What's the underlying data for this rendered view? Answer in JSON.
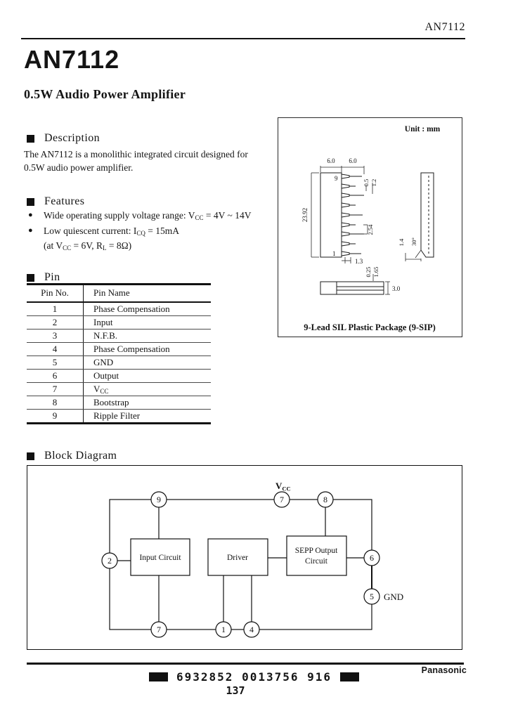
{
  "header": {
    "model": "AN7112"
  },
  "title": {
    "main": "AN7112",
    "subtitle": "0.5W Audio Power Amplifier"
  },
  "description": {
    "heading": "Description",
    "lines": [
      "The AN7112 is a monolithic integrated circuit designed for",
      "0.5W audio power amplifier."
    ]
  },
  "features": {
    "heading": "Features",
    "items": [
      {
        "bullet": true,
        "text": [
          "Wide operating supply voltage range:  V",
          {
            "sub": "CC"
          },
          " = 4V ~ 14V"
        ]
      },
      {
        "bullet": true,
        "text": [
          "Low quiescent current:  I",
          {
            "sub": "CQ"
          },
          " = 15mA"
        ]
      },
      {
        "bullet": false,
        "text": [
          "(at V",
          {
            "sub": "CC"
          },
          " = 6V, R",
          {
            "sub": "L"
          },
          " = 8Ω)"
        ]
      }
    ]
  },
  "pin_table": {
    "heading": "Pin",
    "columns": [
      "Pin No.",
      "Pin Name"
    ],
    "rows": [
      {
        "no": "1",
        "name": "Phase Compensation"
      },
      {
        "no": "2",
        "name": "Input"
      },
      {
        "no": "3",
        "name": "N.F.B."
      },
      {
        "no": "4",
        "name": "Phase Compensation"
      },
      {
        "no": "5",
        "name": "GND"
      },
      {
        "no": "6",
        "name": "Output"
      },
      {
        "no": "7",
        "name": [
          "V",
          {
            "sub": "CC"
          }
        ]
      },
      {
        "no": "8",
        "name": "Bootstrap"
      },
      {
        "no": "9",
        "name": "Ripple Filter"
      }
    ]
  },
  "package_diagram": {
    "unit_label": "Unit : mm",
    "caption": "9-Lead SIL Plastic Package (9-SIP)",
    "pin_top_label": "9",
    "pin_bottom_label": "1",
    "dims": {
      "body_width": "6.0",
      "lead_span": "6.0",
      "body_height": "23.92",
      "lead_w1": "0.5",
      "lead_w2": "1.2",
      "pitch": "2.54",
      "lead_offset": "1.3",
      "thk1": "0.25",
      "thk2": "1.65",
      "depth": "3.0",
      "side_lead": "1.4",
      "angle": "30°"
    }
  },
  "block_diagram": {
    "heading": "Block Diagram",
    "vcc_main": "V",
    "vcc_sub": "CC",
    "gnd_label": "GND",
    "boxes": {
      "input": "Input Circuit",
      "driver": "Driver",
      "sepp_line1": "SEPP Output",
      "sepp_line2": "Circuit"
    },
    "pins": {
      "p9": "9",
      "p7_top": "7",
      "p8": "8",
      "p2": "2",
      "p6": "6",
      "p5": "5",
      "p7_bottom": "7",
      "p1": "1",
      "p4": "4"
    }
  },
  "footer": {
    "barcode_text": "6932852 0013756 916",
    "page_number": "137",
    "brand": "Panasonic"
  }
}
